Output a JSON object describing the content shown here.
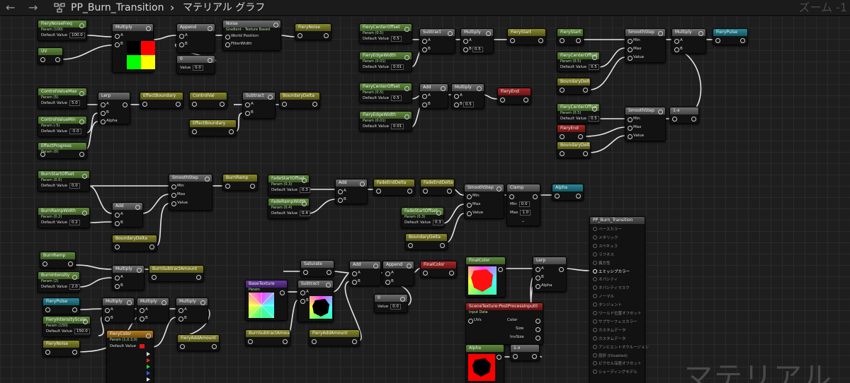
{
  "topbar": {
    "back": "←",
    "forward": "→",
    "asset": "PP_Burn_Transition",
    "separator": "›",
    "graph": "マテリアル グラフ",
    "zoom": "ズーム -1"
  },
  "watermark": "マテリアル",
  "colors": {
    "grid_bg": "#1e1e1e",
    "wire": "#e6e6e6",
    "param": "#4e7a30",
    "math": "#5a5a5a",
    "reroute": "#8a8a2a"
  },
  "nodes": {
    "fiery_noise_freq": {
      "title": "FieryNoiseFreq",
      "sub": "Param (100)",
      "default_label": "Default Value",
      "value": "100.0"
    },
    "uv": {
      "title": "UV"
    },
    "multiply_uv": {
      "title": "Multiply",
      "a": "A",
      "b": "B"
    },
    "append_1": {
      "title": "Append",
      "a": "A",
      "b": "B"
    },
    "noise": {
      "title": "Noise",
      "sub": "Gradient - Texture Based",
      "world_position": "World Position",
      "filter_width": "FilterWidth"
    },
    "fiery_noise_out": {
      "title": "FieryNoise"
    },
    "const_0_a": {
      "title": "0",
      "value_label": "Value",
      "value": "0.0"
    },
    "control_value_max": {
      "title": "ControlValueMax",
      "sub": "Param (5)",
      "default_label": "Default Value",
      "value": "5.0"
    },
    "control_value_min": {
      "title": "ControlValueMin",
      "sub": "Param (-5)",
      "default_label": "Default Value",
      "value": "-5.0"
    },
    "effect_progress": {
      "title": "EffectProgress",
      "sub": "Param (0)"
    },
    "lerp_control": {
      "title": "Lerp",
      "a": "A",
      "b": "B",
      "alpha": "Alpha"
    },
    "effect_boundary_out": {
      "title": "EffectBoundary"
    },
    "control_val": {
      "title": "ControlVal"
    },
    "effect_boundary_in": {
      "title": "EffectBoundary"
    },
    "subtract_boundary": {
      "title": "Subtract",
      "a": "A",
      "b": "B"
    },
    "boundary_delta_out": {
      "title": "BoundaryDelta"
    },
    "fiery_center_offset_1": {
      "title": "FieryCenterOffset",
      "sub": "Param (0.5)",
      "default_label": "Default Value",
      "value": "0.5"
    },
    "fiery_edge_width_1": {
      "title": "FieryEdgeWidth",
      "sub": "Param (0.01)",
      "default_label": "Default Value",
      "value": "0.01"
    },
    "subtract_fs": {
      "title": "Subtract",
      "a": "A",
      "b": "B"
    },
    "multiply_fs": {
      "title": "Multiply",
      "a": "A",
      "b": "B",
      "b_value": "0.5"
    },
    "fiery_start_out": {
      "title": "FieryStart"
    },
    "fiery_center_offset_2": {
      "title": "FieryCenterOffset",
      "sub": "Param (0.5)",
      "default_label": "Default Value",
      "value": "0.5"
    },
    "fiery_edge_width_2": {
      "title": "FieryEdgeWidth",
      "sub": "Param (0.01)",
      "default_label": "Default Value",
      "value": "0.01"
    },
    "add_fe": {
      "title": "Add",
      "a": "A",
      "b": "B"
    },
    "multiply_fe": {
      "title": "Multiply",
      "a": "A",
      "b": "B",
      "b_value": "0.5"
    },
    "fiery_end_out": {
      "title": "FieryEnd"
    },
    "fiery_start_in": {
      "title": "FieryStart"
    },
    "fiery_center_offset_3": {
      "title": "FieryCenterOffset",
      "sub": "Param (0.5)",
      "default_label": "Default Value",
      "value": "0.5"
    },
    "boundary_delta_in_1": {
      "title": "BoundaryDelta"
    },
    "smoothstep_1": {
      "title": "SmoothStep",
      "min": "Min",
      "max": "Max",
      "value": "Value"
    },
    "multiply_pulse": {
      "title": "Multiply",
      "a": "A",
      "b": "B"
    },
    "fiery_pulse_out": {
      "title": "FieryPulse"
    },
    "fiery_center_offset_4": {
      "title": "FieryCenterOffset",
      "sub": "Param (0.5)",
      "default_label": "Default Value",
      "value": "0.5"
    },
    "fiery_end_in": {
      "title": "FieryEnd"
    },
    "boundary_delta_in_2": {
      "title": "BoundaryDelta"
    },
    "smoothstep_2": {
      "title": "SmoothStep",
      "min": "Min",
      "max": "Max",
      "value": "Value"
    },
    "one_minus_1": {
      "title": "1-x"
    },
    "burn_start_offset": {
      "title": "BurnStartOffset",
      "sub": "Param (0.0)",
      "default_label": "Default Value",
      "value": "0.0"
    },
    "burn_ramp_width": {
      "title": "BurnRampWidth",
      "sub": "Param (0.2)",
      "default_label": "Default Value",
      "value": "0.2"
    },
    "add_burn": {
      "title": "Add",
      "a": "A",
      "b": "B"
    },
    "boundary_delta_in_3": {
      "title": "BoundaryDelta"
    },
    "smoothstep_burn": {
      "title": "SmoothStep",
      "min": "Min",
      "max": "Max",
      "value": "Value"
    },
    "burn_ramp_out": {
      "title": "BurnRamp"
    },
    "fade_start_offset_1": {
      "title": "FadeStartOffset",
      "sub": "Param (0.3)",
      "default_label": "Default Value",
      "value": "0.3"
    },
    "fade_ramp_width": {
      "title": "FadeRampWidth",
      "sub": "Param (0.4)",
      "default_label": "Default Value",
      "value": "0.4"
    },
    "add_fade": {
      "title": "Add",
      "a": "A",
      "b": "B"
    },
    "fade_end_delta_out": {
      "title": "FadeEndDelta"
    },
    "fade_end_delta_in": {
      "title": "FadeEndDelta"
    },
    "fade_start_offset_2": {
      "title": "FadeStartOffset",
      "sub": "Param (0.3)",
      "default_label": "Default Value",
      "value": "0.3"
    },
    "boundary_delta_in_4": {
      "title": "BoundaryDelta"
    },
    "smoothstep_fade": {
      "title": "SmoothStep",
      "min": "Min",
      "max": "Max",
      "value": "Value"
    },
    "clamp": {
      "title": "Clamp",
      "min_label": "Min",
      "min": "0.0",
      "max_label": "Max",
      "max": "1.0"
    },
    "alpha_out": {
      "title": "Alpha"
    },
    "burn_ramp_in": {
      "title": "BurnRamp"
    },
    "burn_intensity": {
      "title": "BurnIntensity",
      "sub": "Param (2)",
      "default_label": "Default Value",
      "value": "2.0"
    },
    "multiply_burn": {
      "title": "Multiply",
      "a": "A",
      "b": "B"
    },
    "burn_subtract_amount_out": {
      "title": "BurnSubtractAmount"
    },
    "fiery_pulse_in": {
      "title": "FieryPulse"
    },
    "fiery_intensity_scale": {
      "title": "FieryIntensityScale",
      "sub": "Param (150)",
      "default_label": "Default Value",
      "value": "150.0"
    },
    "fiery_noise_in": {
      "title": "FieryNoise"
    },
    "multiply_fi_1": {
      "title": "Multiply",
      "a": "A",
      "b": "B"
    },
    "multiply_fi_2": {
      "title": "Multiply",
      "a": "A",
      "b": "B"
    },
    "multiply_fi_3": {
      "title": "Multiply",
      "a": "A",
      "b": "B"
    },
    "fiery_color": {
      "title": "FieryColor",
      "sub": "Param (1,0.3,0)",
      "default_label": "Default Value"
    },
    "fiery_add_amount_out": {
      "title": "FieryAddAmount"
    },
    "base_texture": {
      "title": "BaseTexture",
      "sub": "Param"
    },
    "burn_subtract_amount_in": {
      "title": "BurnSubtractAmount"
    },
    "subtract_tex": {
      "title": "Subtract",
      "a": "A",
      "b": "B"
    },
    "fiery_add_amount_in": {
      "title": "FieryAddAmount"
    },
    "saturate": {
      "title": "Saturate"
    },
    "add_final": {
      "title": "Add",
      "a": "A",
      "b": "B"
    },
    "append_final": {
      "title": "Append",
      "a": "A",
      "b": "B"
    },
    "final_color_out": {
      "title": "FinalColor"
    },
    "const_0_b": {
      "title": "0",
      "value_label": "Value",
      "value": "0.0"
    },
    "final_color_in": {
      "title": "FinalColor"
    },
    "scene_texture": {
      "title": "SceneTexture:PostProcessInput0",
      "sub": "Input Data",
      "uvs": "UVs",
      "color": "Color",
      "size": "Size",
      "invsize": "InvSize"
    },
    "lerp_final": {
      "title": "Lerp",
      "a": "A",
      "b": "B",
      "alpha": "Alpha"
    },
    "alpha_in": {
      "title": "Alpha"
    },
    "one_minus_2": {
      "title": "1-x"
    }
  },
  "output_node": {
    "title": "PP_Burn_Transition",
    "inputs": [
      "ベースカラー",
      "メタリック",
      "スペキュラ",
      "ラフネス",
      "異方性",
      "エミッシブカラー",
      "オパシティ",
      "オパシティマスク",
      "ノーマル",
      "タンジェント",
      "ワールド位置オフセット",
      "サブサーフェスカラー",
      "カスタムデータ",
      "カスタムデータ",
      "アンビエントオクルージョン",
      "屈折 (Disabled)",
      "ピクセル深度オフセット",
      "シェーディングモデル"
    ],
    "active_index": 5
  }
}
